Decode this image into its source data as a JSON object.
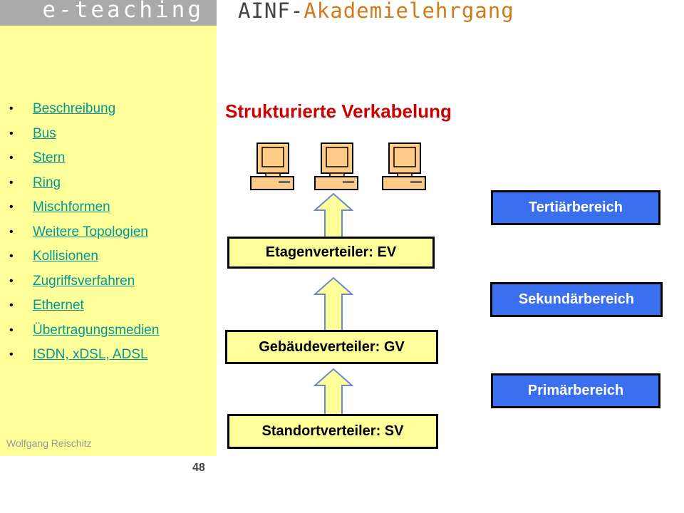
{
  "header": {
    "brand_left": "e-teaching",
    "brand_right_prefix": "AINF-",
    "brand_right_suffix": "Akademielehrgang"
  },
  "nav": {
    "items": [
      "Beschreibung",
      "Bus",
      "Stern",
      "Ring",
      "Mischformen",
      "Weitere Topologien",
      "Kollisionen",
      "Zugriffsverfahren",
      "Ethernet",
      "Übertragungsmedien",
      "ISDN, xDSL, ADSL"
    ]
  },
  "footer": {
    "author": "Wolfgang Reischitz",
    "page_number": "48"
  },
  "slide": {
    "title": "Strukturierte Verkabelung",
    "distributors": [
      "Etagenverteiler: EV",
      "Gebäudeverteiler: GV",
      "Standortverteiler: SV"
    ],
    "areas": [
      "Tertiärbereich",
      "Sekundärbereich",
      "Primärbereich"
    ]
  },
  "colors": {
    "sidebar": "#ffff99",
    "link": "#009999",
    "title": "#cc0000",
    "area": "#3a70f0",
    "distributor": "#ffff99"
  },
  "icons": [
    "computer-icon",
    "up-arrow-icon",
    "bullet-icon"
  ]
}
